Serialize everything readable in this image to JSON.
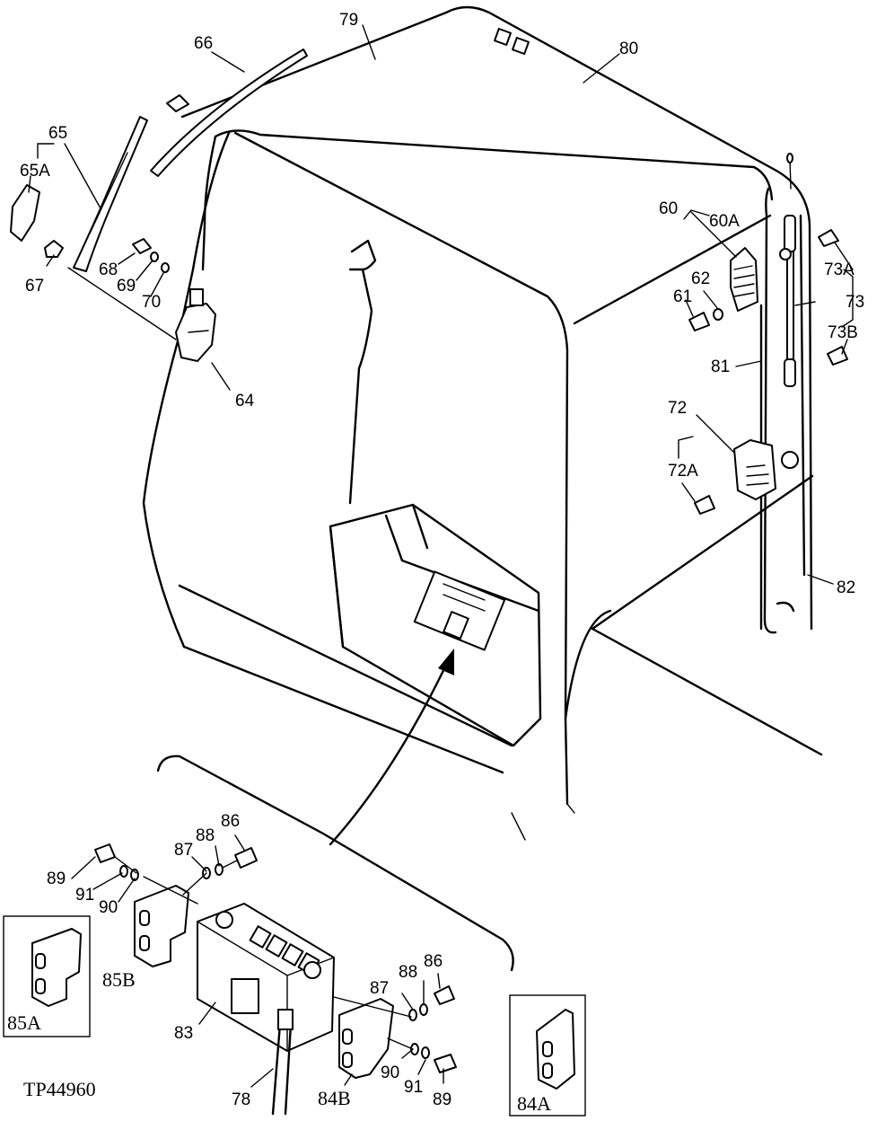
{
  "figure_id": "TP44960",
  "callouts": {
    "c60": "60",
    "c60A": "60A",
    "c61": "61",
    "c62": "62",
    "c64": "64",
    "c65": "65",
    "c65A": "65A",
    "c66": "66",
    "c67": "67",
    "c68": "68",
    "c69": "69",
    "c70": "70",
    "c72": "72",
    "c72A": "72A",
    "c73": "73",
    "c73A": "73A",
    "c73B": "73B",
    "c78": "78",
    "c79": "79",
    "c80": "80",
    "c81": "81",
    "c82": "82",
    "c83": "83",
    "c84A": "84A",
    "c84B": "84B",
    "c85A": "85A",
    "c85B": "85B",
    "c86a": "86",
    "c86b": "86",
    "c87a": "87",
    "c87b": "87",
    "c88a": "88",
    "c88b": "88",
    "c89a": "89",
    "c89b": "89",
    "c90a": "90",
    "c90b": "90",
    "c91a": "91",
    "c91b": "91"
  }
}
